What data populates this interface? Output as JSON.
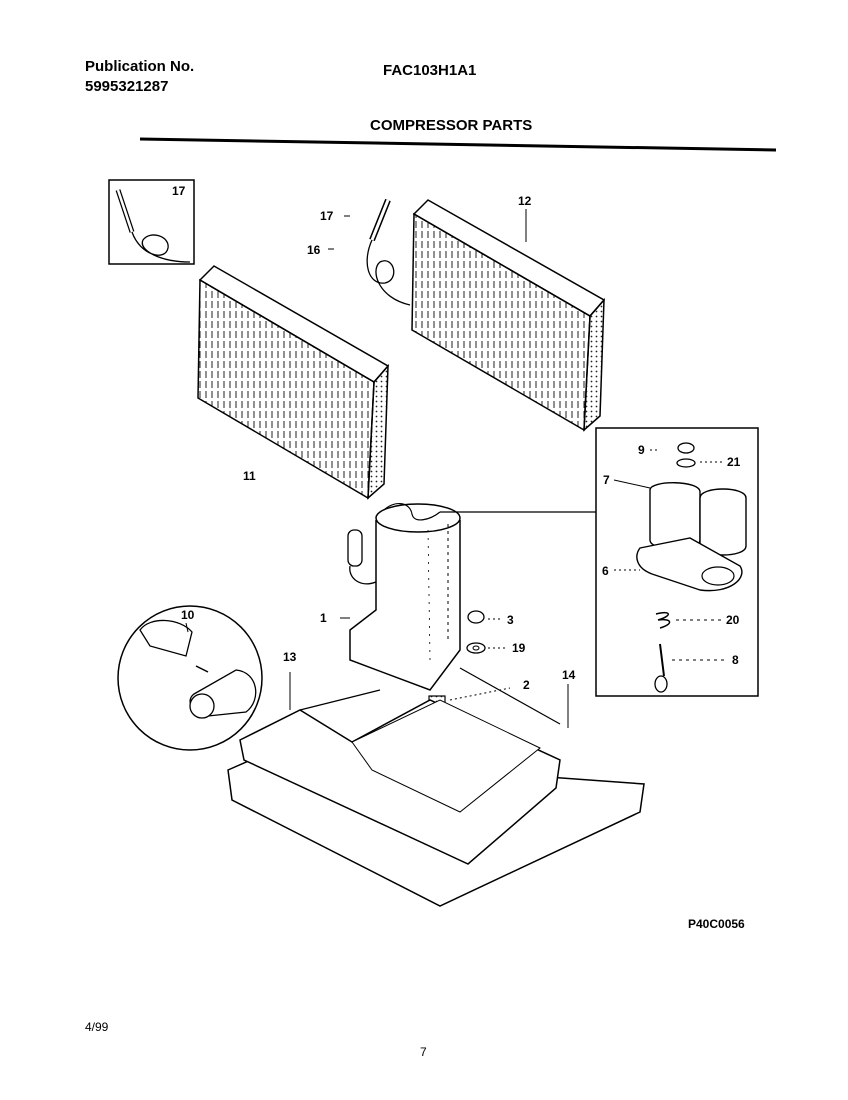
{
  "header": {
    "publication_label": "Publication No.",
    "publication_number": "5995321287",
    "model": "FAC103H1A1",
    "section_title": "COMPRESSOR PARTS"
  },
  "callouts": {
    "c17_inset": "17",
    "c17": "17",
    "c16": "16",
    "c12": "12",
    "c11": "11",
    "c9": "9",
    "c21": "21",
    "c7": "7",
    "c6": "6",
    "c20": "20",
    "c8": "8",
    "c1": "1",
    "c3": "3",
    "c19": "19",
    "c10": "10",
    "c13": "13",
    "c2": "2",
    "c14": "14"
  },
  "figure_code": "P40C0056",
  "footer": {
    "date": "4/99",
    "page_number": "7"
  }
}
